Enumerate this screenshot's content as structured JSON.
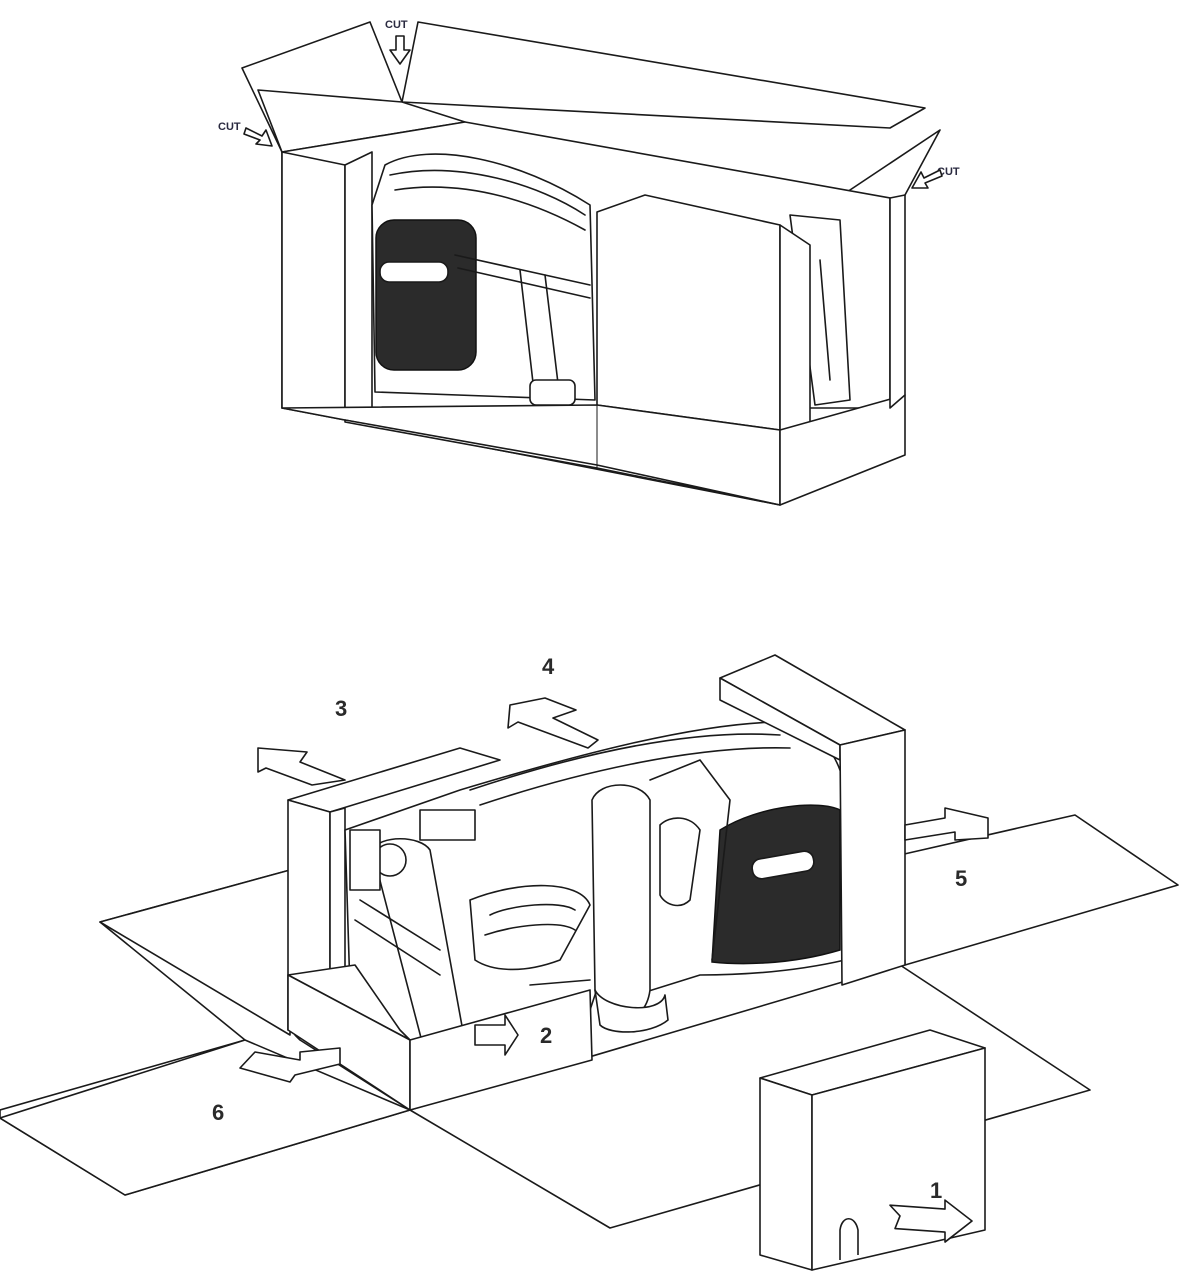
{
  "labels": {
    "cut_top": "CUT",
    "cut_left": "CUT",
    "cut_right": "CUT"
  },
  "steps": {
    "step1": "1",
    "step2": "2",
    "step3": "3",
    "step4": "4",
    "step5": "5",
    "step6": "6"
  },
  "colors": {
    "line": "#1a1a1a",
    "background": "#ffffff",
    "mesh": "#2b2b2b",
    "cut_text": "#2a2a40"
  }
}
